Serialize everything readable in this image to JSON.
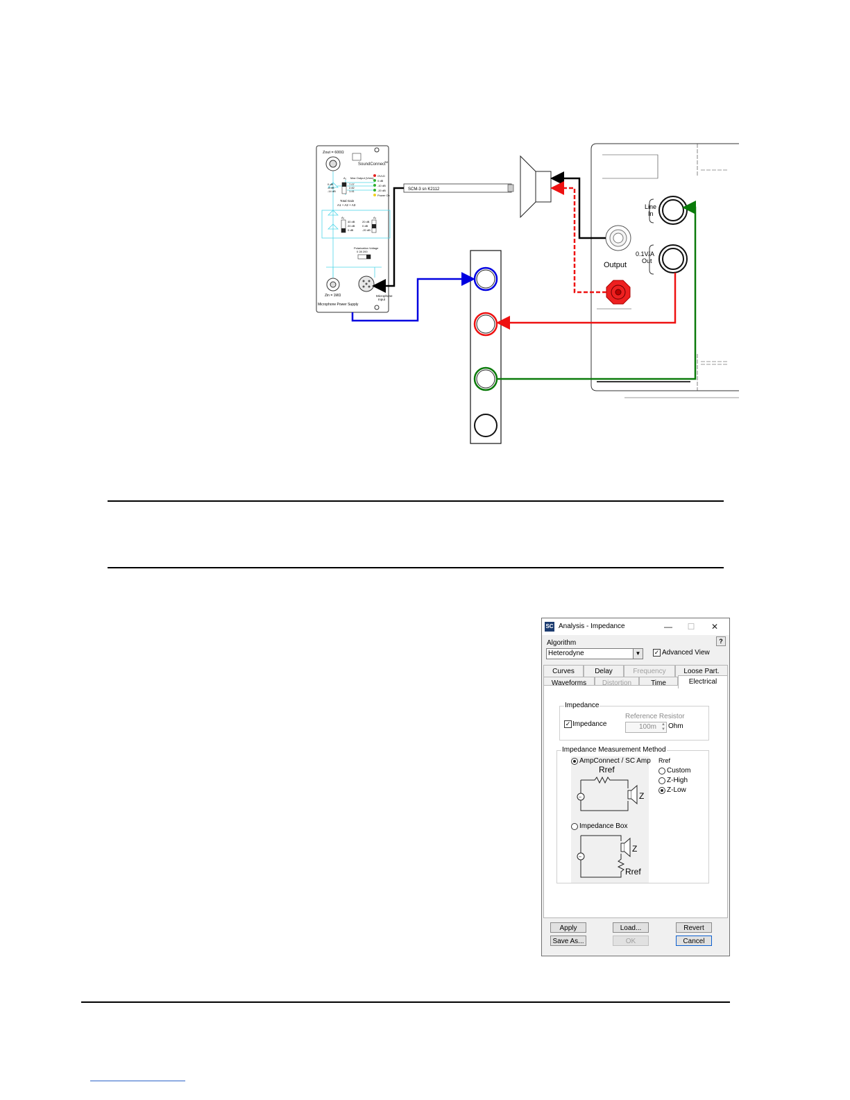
{
  "diagram": {
    "power_supply": {
      "zout": "Zout = 600Ω",
      "brand": "SoundConnect",
      "brand_tm": "TM",
      "max_output_label": "Max Output (Vrms)",
      "a1_levels": [
        "0 dB",
        "-8 dB",
        "-14 dB"
      ],
      "max_output_values": [
        "7.07",
        "2.82",
        "1.41"
      ],
      "leds": [
        "OVLD",
        "0 dB",
        "-10 dB",
        "-20 dB",
        "Power On"
      ],
      "total_gain_line1": "Total Gain",
      "total_gain_line2": "A1 + A2 + A3",
      "a2_levels": [
        "40 dB",
        "20 dB",
        "0 dB"
      ],
      "a3_levels": [
        "20 dB",
        "0 dB",
        "-20 dB"
      ],
      "pol_voltage_label": "Polarization Voltage",
      "pol_voltage_values": "0    28    200",
      "zin": "Zin = 1MΩ",
      "mic_input_line1": "Microphone",
      "mic_input_line2": "Input",
      "footer": "Microphone Power Supply"
    },
    "microphone_label": "SCM-3  sn K2112",
    "amp": {
      "line_in_1": "Line",
      "line_in_2": "In",
      "current_out_1": "0.1V/A",
      "current_out_2": "Out",
      "output_label": "Output"
    },
    "colors": {
      "blue": "#0000e0",
      "red": "#ee1111",
      "green": "#0a7a0a",
      "black": "#000000",
      "cyan": "#4fd6e8"
    }
  },
  "dialog": {
    "title": "Analysis - Impedance",
    "icon_text": "SC",
    "minimize_icon": "—",
    "maximize_icon": "☐",
    "close_icon": "✕",
    "help_label": "?",
    "algorithm_label": "Algorithm",
    "algorithm_value": "Heterodyne",
    "advanced_view_label": "Advanced View",
    "tabs_row1": [
      "Curves",
      "Delay",
      "Frequency",
      "Loose Part."
    ],
    "tabs_row2": [
      "Waveforms",
      "Distortion",
      "Time",
      "Electrical"
    ],
    "impedance_group_title": "Impedance",
    "impedance_checkbox_label": "Impedance",
    "reference_resistor_label": "Reference Resistor",
    "reference_resistor_value": "100m",
    "reference_resistor_unit": "Ohm",
    "method_group_title": "Impedance Measurement Method",
    "method_ampconnect": "AmpConnect / SC Amp",
    "method_box": "Impedance Box",
    "rref_label": "Rref",
    "rref_options": [
      "Custom",
      "Z-High",
      "Z-Low"
    ],
    "schem_rref": "Rref",
    "schem_z": "Z",
    "buttons": {
      "apply": "Apply",
      "load": "Load...",
      "revert": "Revert",
      "save_as": "Save As...",
      "ok": "OK",
      "cancel": "Cancel"
    }
  }
}
